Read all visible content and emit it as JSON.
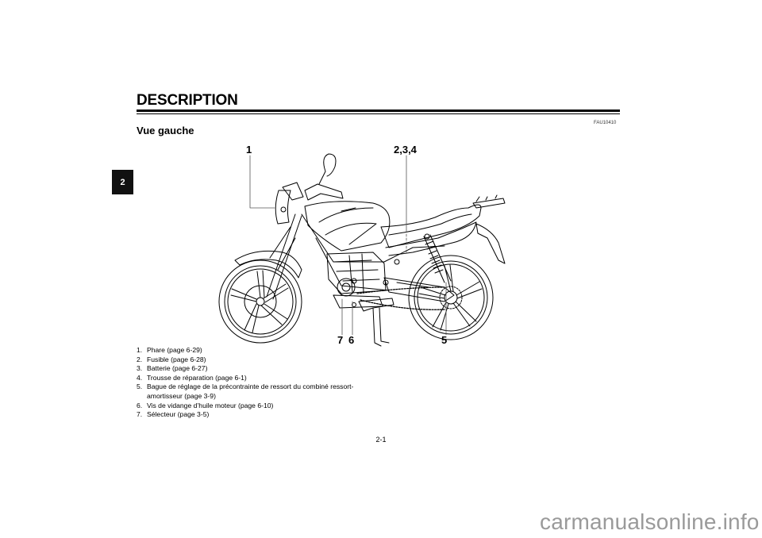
{
  "header": {
    "title": "DESCRIPTION",
    "chapter_tab": "2",
    "section_code": "FAU10410"
  },
  "section": {
    "subtitle": "Vue gauche"
  },
  "figure": {
    "description": "Motorcycle left-side view line illustration",
    "callouts": [
      {
        "id": "c1",
        "label": "1"
      },
      {
        "id": "c234",
        "label": "2,3,4"
      },
      {
        "id": "c7",
        "label": "7"
      },
      {
        "id": "c6",
        "label": "6"
      },
      {
        "id": "c5",
        "label": "5"
      }
    ]
  },
  "legend": {
    "items": [
      {
        "num": "1.",
        "text": "Phare (page 6-29)"
      },
      {
        "num": "2.",
        "text": "Fusible (page 6-28)"
      },
      {
        "num": "3.",
        "text": "Batterie (page 6-27)"
      },
      {
        "num": "4.",
        "text": "Trousse de réparation (page 6-1)"
      },
      {
        "num": "5.",
        "text": "Bague de réglage de la précontrainte de ressort du combiné ressort-amortisseur (page 3-9)"
      },
      {
        "num": "6.",
        "text": "Vis de vidange d’huile moteur (page 6-10)"
      },
      {
        "num": "7.",
        "text": "Sélecteur (page 3-5)"
      }
    ]
  },
  "footer": {
    "page_number": "2-1",
    "watermark": "carmanualsonline.info"
  }
}
